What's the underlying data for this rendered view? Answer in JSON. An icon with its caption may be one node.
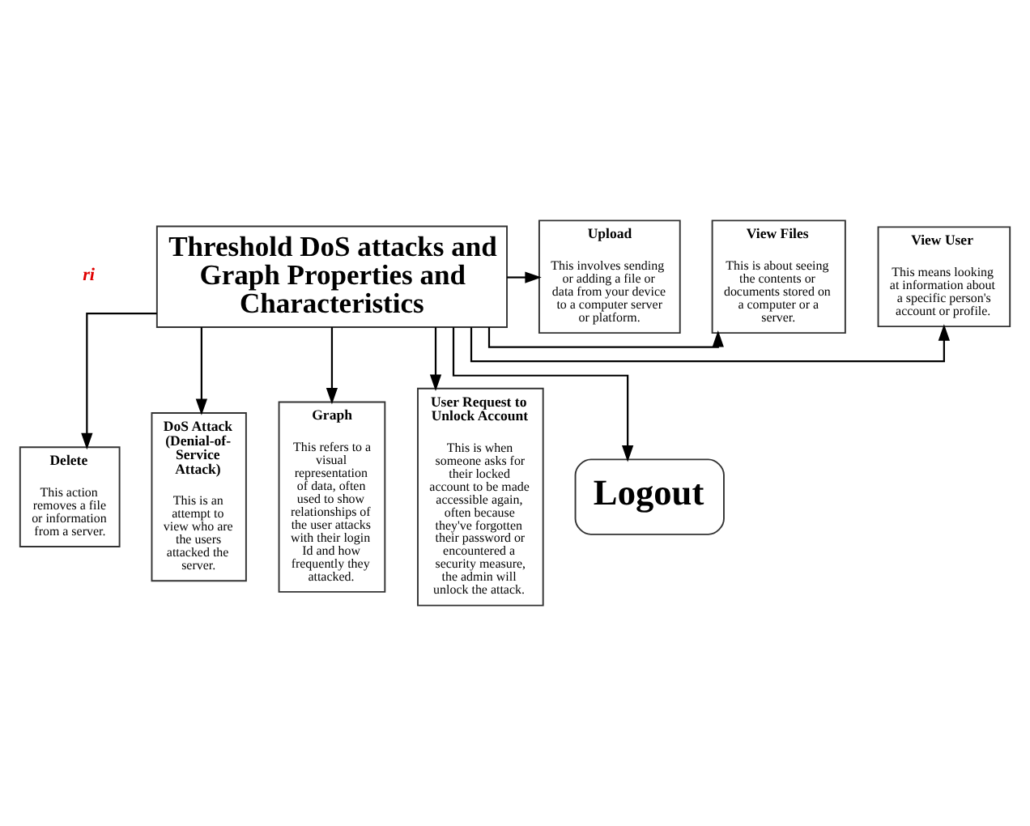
{
  "diagram": {
    "nodes": [
      {
        "text": [
          "Threshold DoS attacks and Graph Properties and Characteristics"
        ]
      },
      {
        "text": [
          "View User",
          "This means looking at information about a specific person's account or profile."
        ]
      },
      {
        "text": [
          "View Files",
          "This is about seeing the contents or documents stored on a computer or a server."
        ]
      },
      {
        "text": [
          "Upload",
          "This involves sending or adding a file or data from your device to a computer server or platform."
        ]
      },
      {
        "text": [
          "Delete",
          "This action removes a file or information from a server."
        ]
      },
      {
        "text": [
          "DoS Attack (Denial-of-Service Attack)",
          "This is an attempt to view who are the users attacked the server."
        ]
      },
      {
        "text": [
          "Graph",
          "This refers to a visual representation of data, often used to show relationships of the user attacks with their login Id and how frequently they attacked."
        ]
      },
      {
        "text": [
          "User Request to Unlock Account",
          "This is when someone asks for their locked account to be made accessible again, often because they've forgotten their password or encountered a security measure, the admin will unlock the attack."
        ]
      },
      {
        "text": [
          "Logout"
        ]
      }
    ],
    "edges": [
      {
        "from": 0,
        "to": 1,
        "arrow": "to"
      },
      {
        "from": 0,
        "to": 2,
        "arrow": "to"
      },
      {
        "from": 0,
        "to": 3,
        "arrow": "to"
      },
      {
        "from": 0,
        "to": 4,
        "arrow": "to"
      },
      {
        "from": 0,
        "to": 5,
        "arrow": "to"
      },
      {
        "from": 0,
        "to": 6,
        "arrow": "to"
      },
      {
        "from": 0,
        "to": 7,
        "arrow": "to"
      },
      {
        "from": 0,
        "to": 8,
        "arrow": "to"
      }
    ],
    "labels": [
      "ri"
    ]
  }
}
